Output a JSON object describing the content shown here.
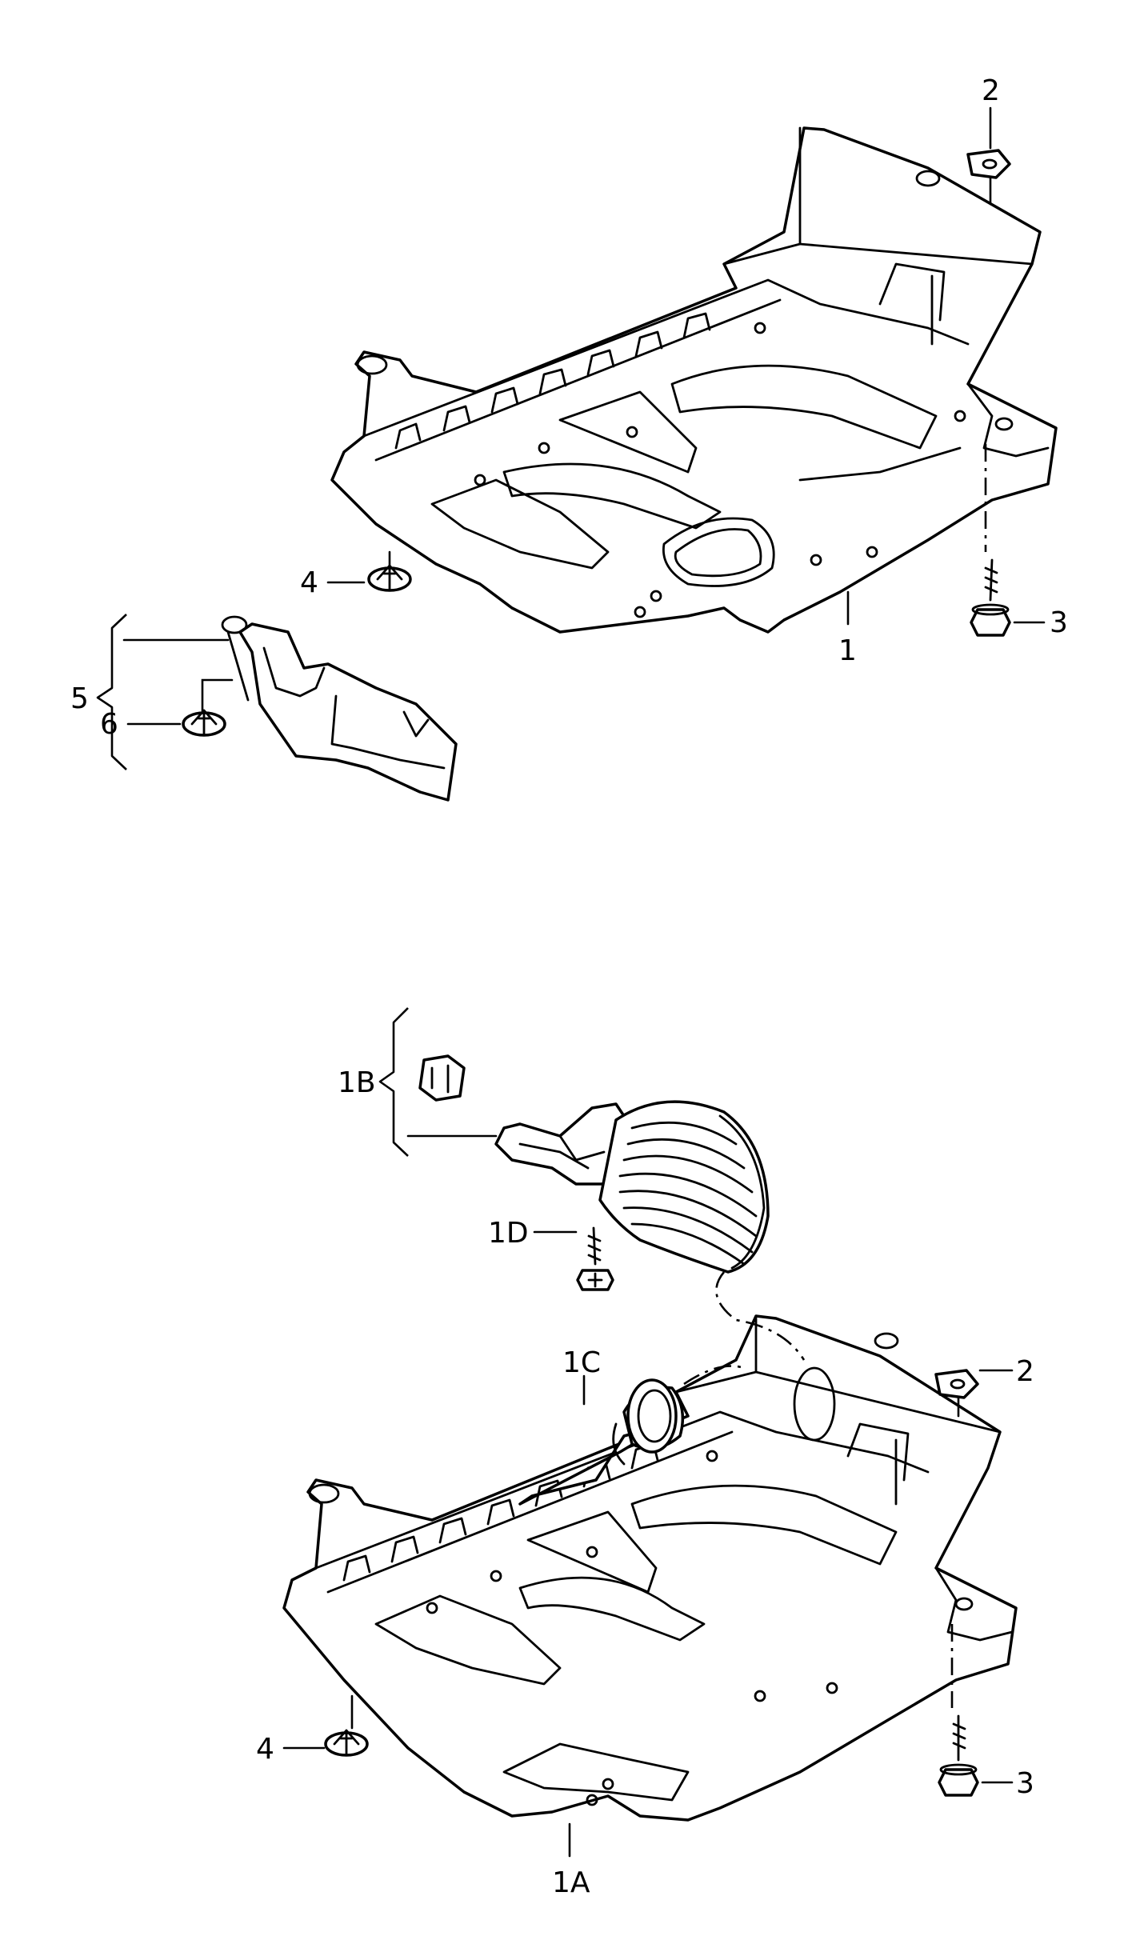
{
  "upper_callouts": {
    "c1": "1",
    "c2": "2",
    "c3": "3",
    "c4": "4",
    "c5": "5",
    "c6": "6"
  },
  "lower_callouts": {
    "c1A": "1A",
    "c1B": "1B",
    "c1C": "1C",
    "c1D": "1D",
    "c2": "2",
    "c3": "3",
    "c4": "4"
  }
}
